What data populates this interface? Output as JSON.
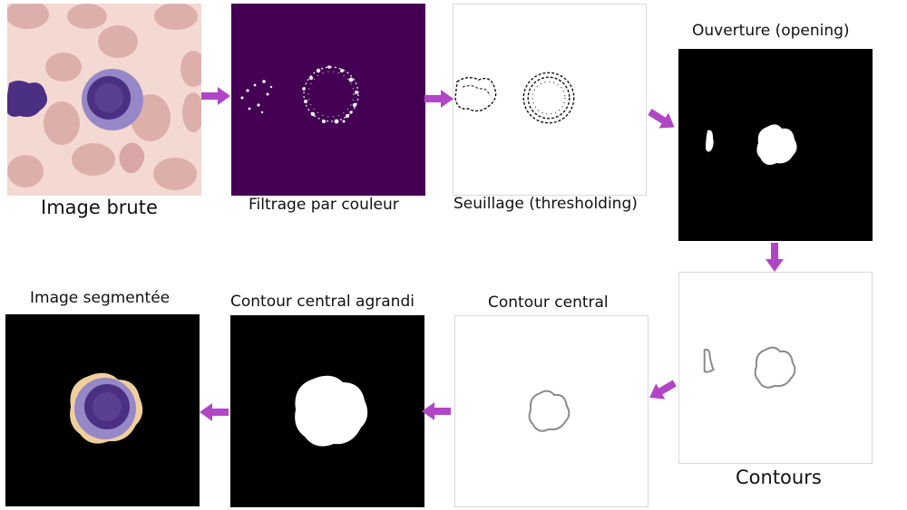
{
  "steps": {
    "raw": {
      "label": "Image brute"
    },
    "color_filter": {
      "label": "Filtrage par couleur"
    },
    "threshold": {
      "label": "Seuillage (thresholding)"
    },
    "opening": {
      "label": "Ouverture (opening)"
    },
    "contours": {
      "label": "Contours"
    },
    "central_contour": {
      "label": "Contour central"
    },
    "enlarged_contour": {
      "label": "Contour central agrandi"
    },
    "segmented": {
      "label": "Image segmentée"
    }
  },
  "colors": {
    "arrow": "#b046c6",
    "filter_background": "#440154",
    "raw_background": "#f3d9d1",
    "red_cell": "#d8a7a5",
    "cell_purple": "#4b2f83",
    "cytoplasm": "#9687c6",
    "halo": "#f0cf9d"
  }
}
